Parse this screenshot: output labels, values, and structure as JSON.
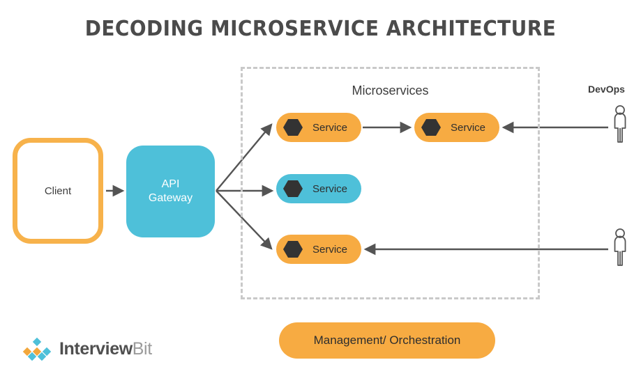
{
  "title": "DECODING MICROSERVICE ARCHITECTURE",
  "nodes": {
    "client": {
      "label": "Client"
    },
    "api_gateway": {
      "label": "API\nGateway"
    },
    "management": {
      "label": "Management/ Orchestration"
    }
  },
  "region": {
    "title": "Microservices"
  },
  "services": [
    {
      "label": "Service",
      "color": "orange"
    },
    {
      "label": "Service",
      "color": "orange"
    },
    {
      "label": "Service",
      "color": "teal"
    },
    {
      "label": "Service",
      "color": "orange"
    }
  ],
  "actors": {
    "devops_label": "DevOps",
    "devops_icon": "person-icon",
    "user_icon": "person-icon"
  },
  "logo": {
    "mark": "interviewbit-diamond-mark",
    "word_primary": "Interview",
    "word_secondary": "Bit"
  },
  "colors": {
    "orange": "#f7ab42",
    "orange_border": "#f7b24b",
    "teal": "#4ec0d9",
    "hex_dark": "#333333",
    "arrow": "#545454",
    "dashed_border": "#c9c9c9",
    "title_text": "#4b4b4b",
    "background": "#ffffff"
  }
}
